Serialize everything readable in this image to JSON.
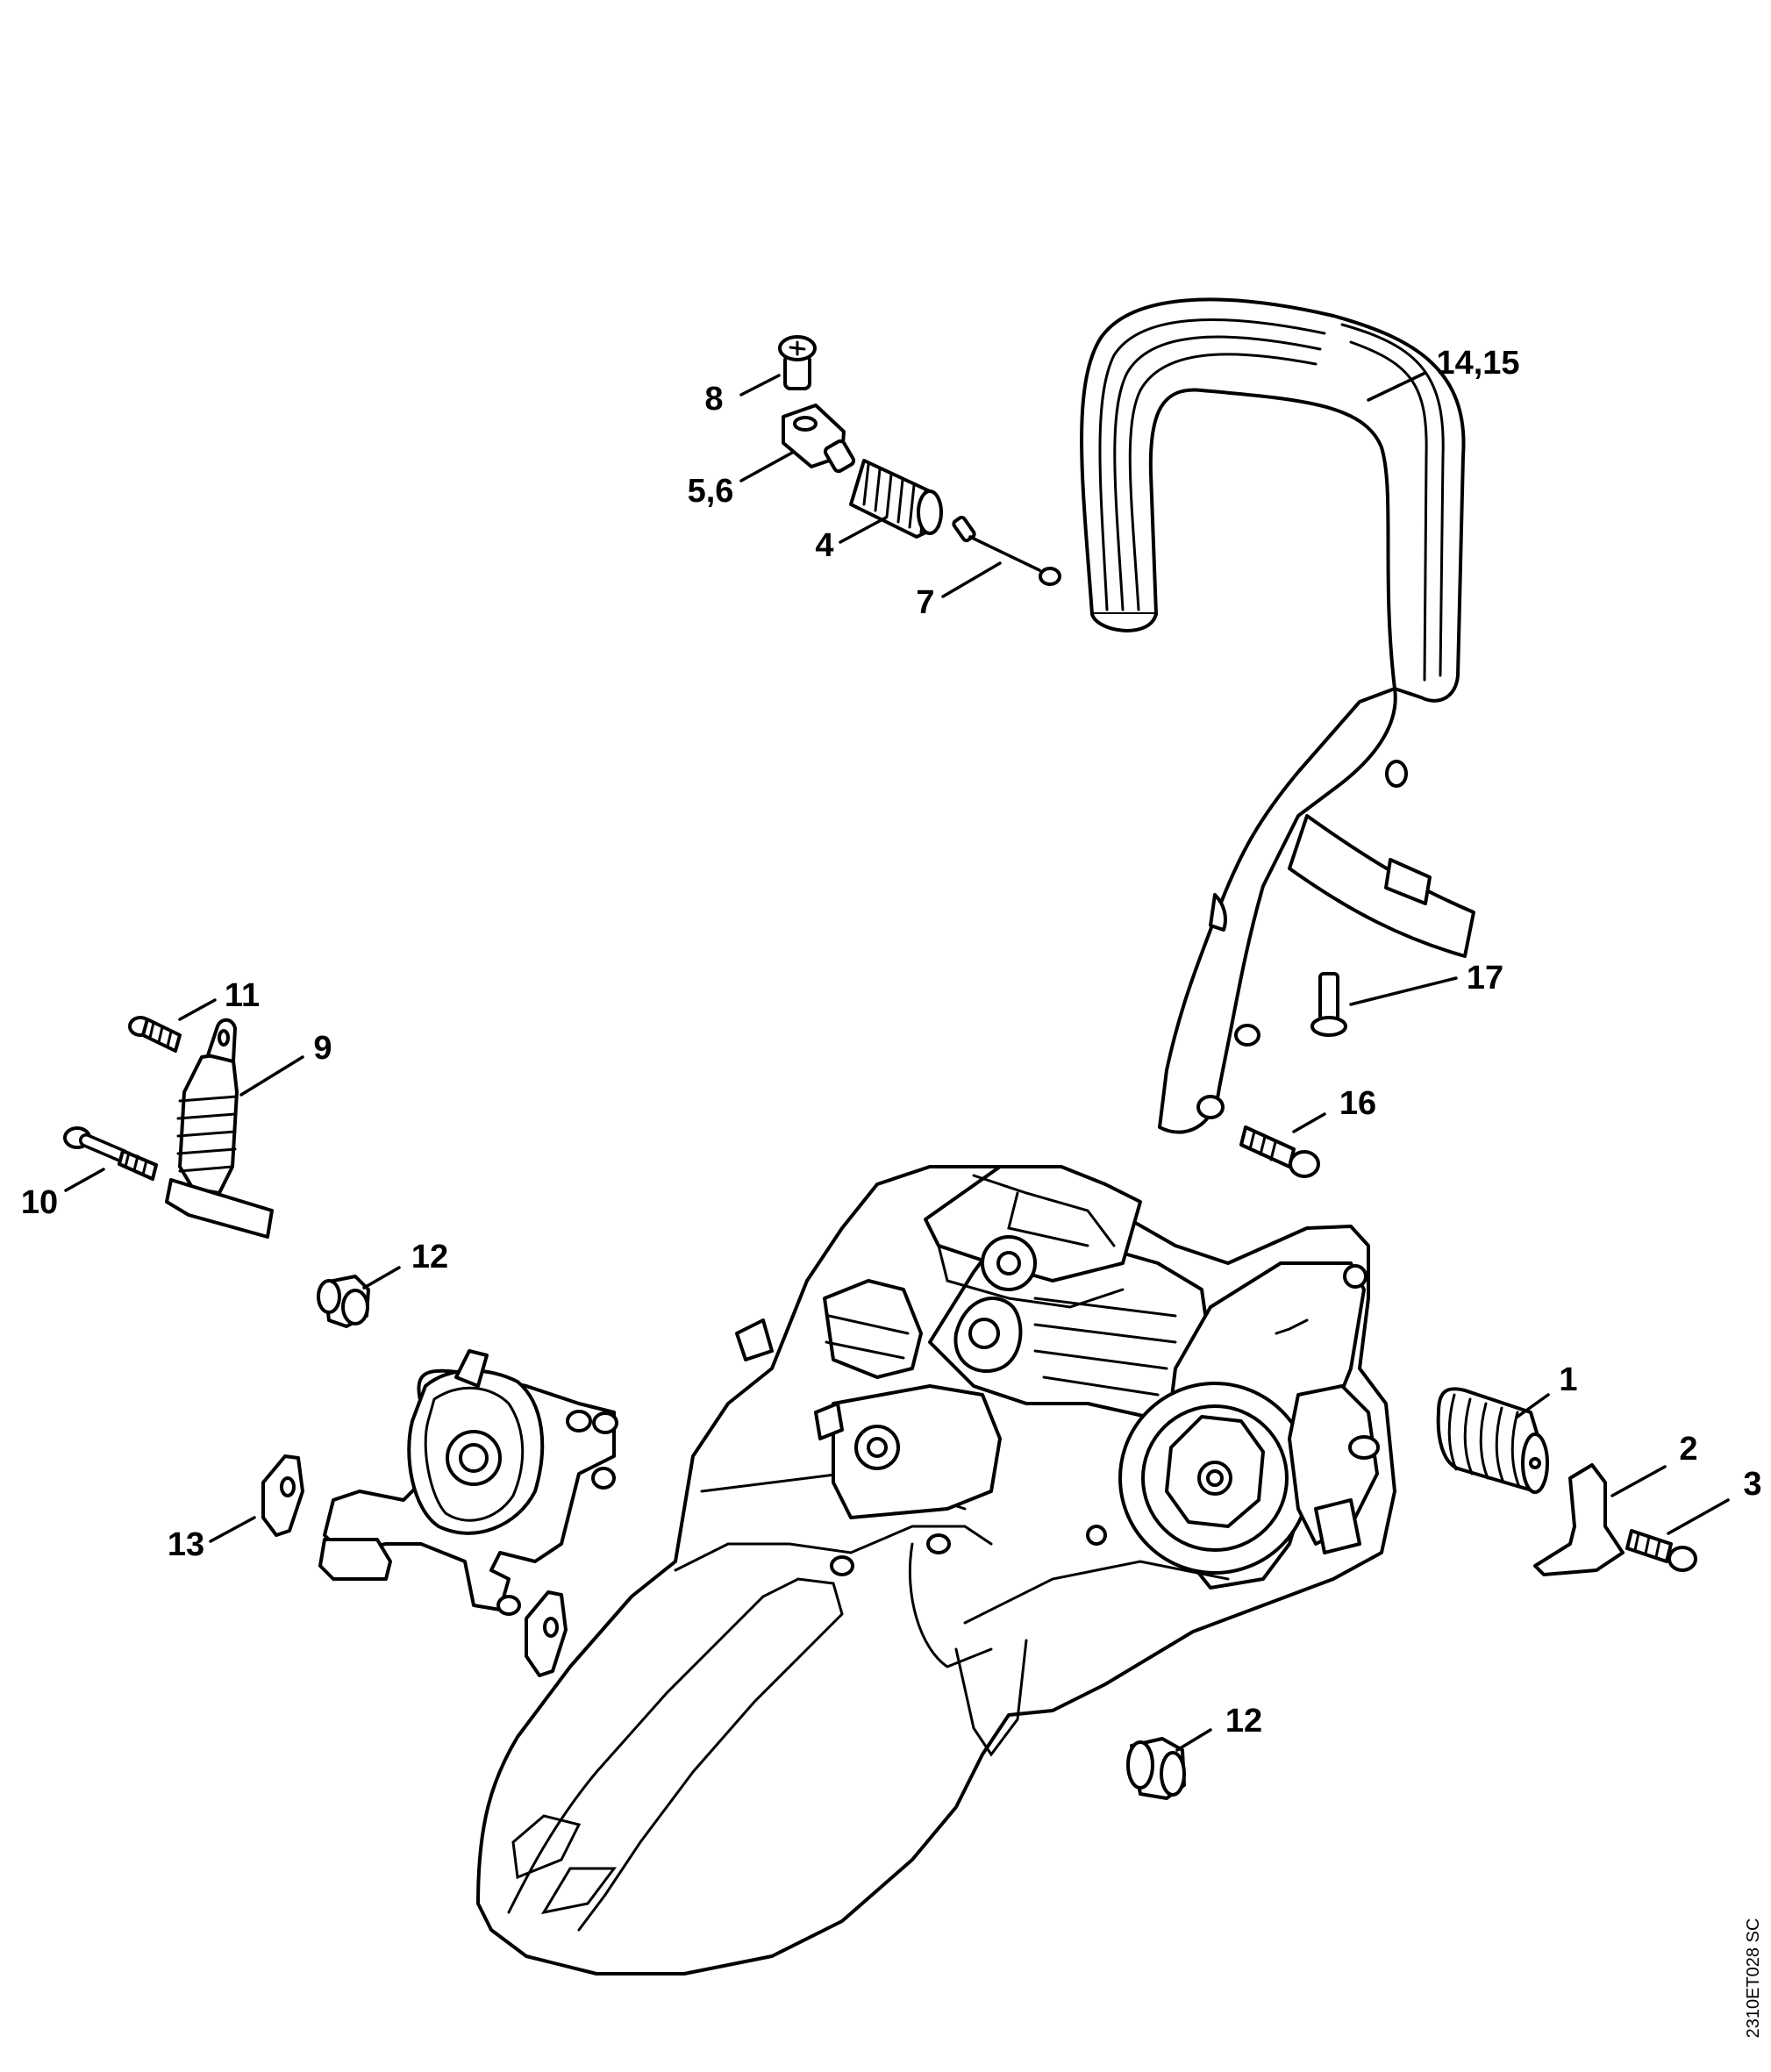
{
  "callouts": [
    {
      "label": "8"
    },
    {
      "label": "5,6"
    },
    {
      "label": "4"
    },
    {
      "label": "7"
    },
    {
      "label": "14,15"
    },
    {
      "label": "17"
    },
    {
      "label": "16"
    },
    {
      "label": "11"
    },
    {
      "label": "9"
    },
    {
      "label": "10"
    },
    {
      "label": "12"
    },
    {
      "label": "13"
    },
    {
      "label": "1"
    },
    {
      "label": "2"
    },
    {
      "label": "3"
    },
    {
      "label": "12"
    }
  ],
  "drawing_code": "2310ET028 SC"
}
